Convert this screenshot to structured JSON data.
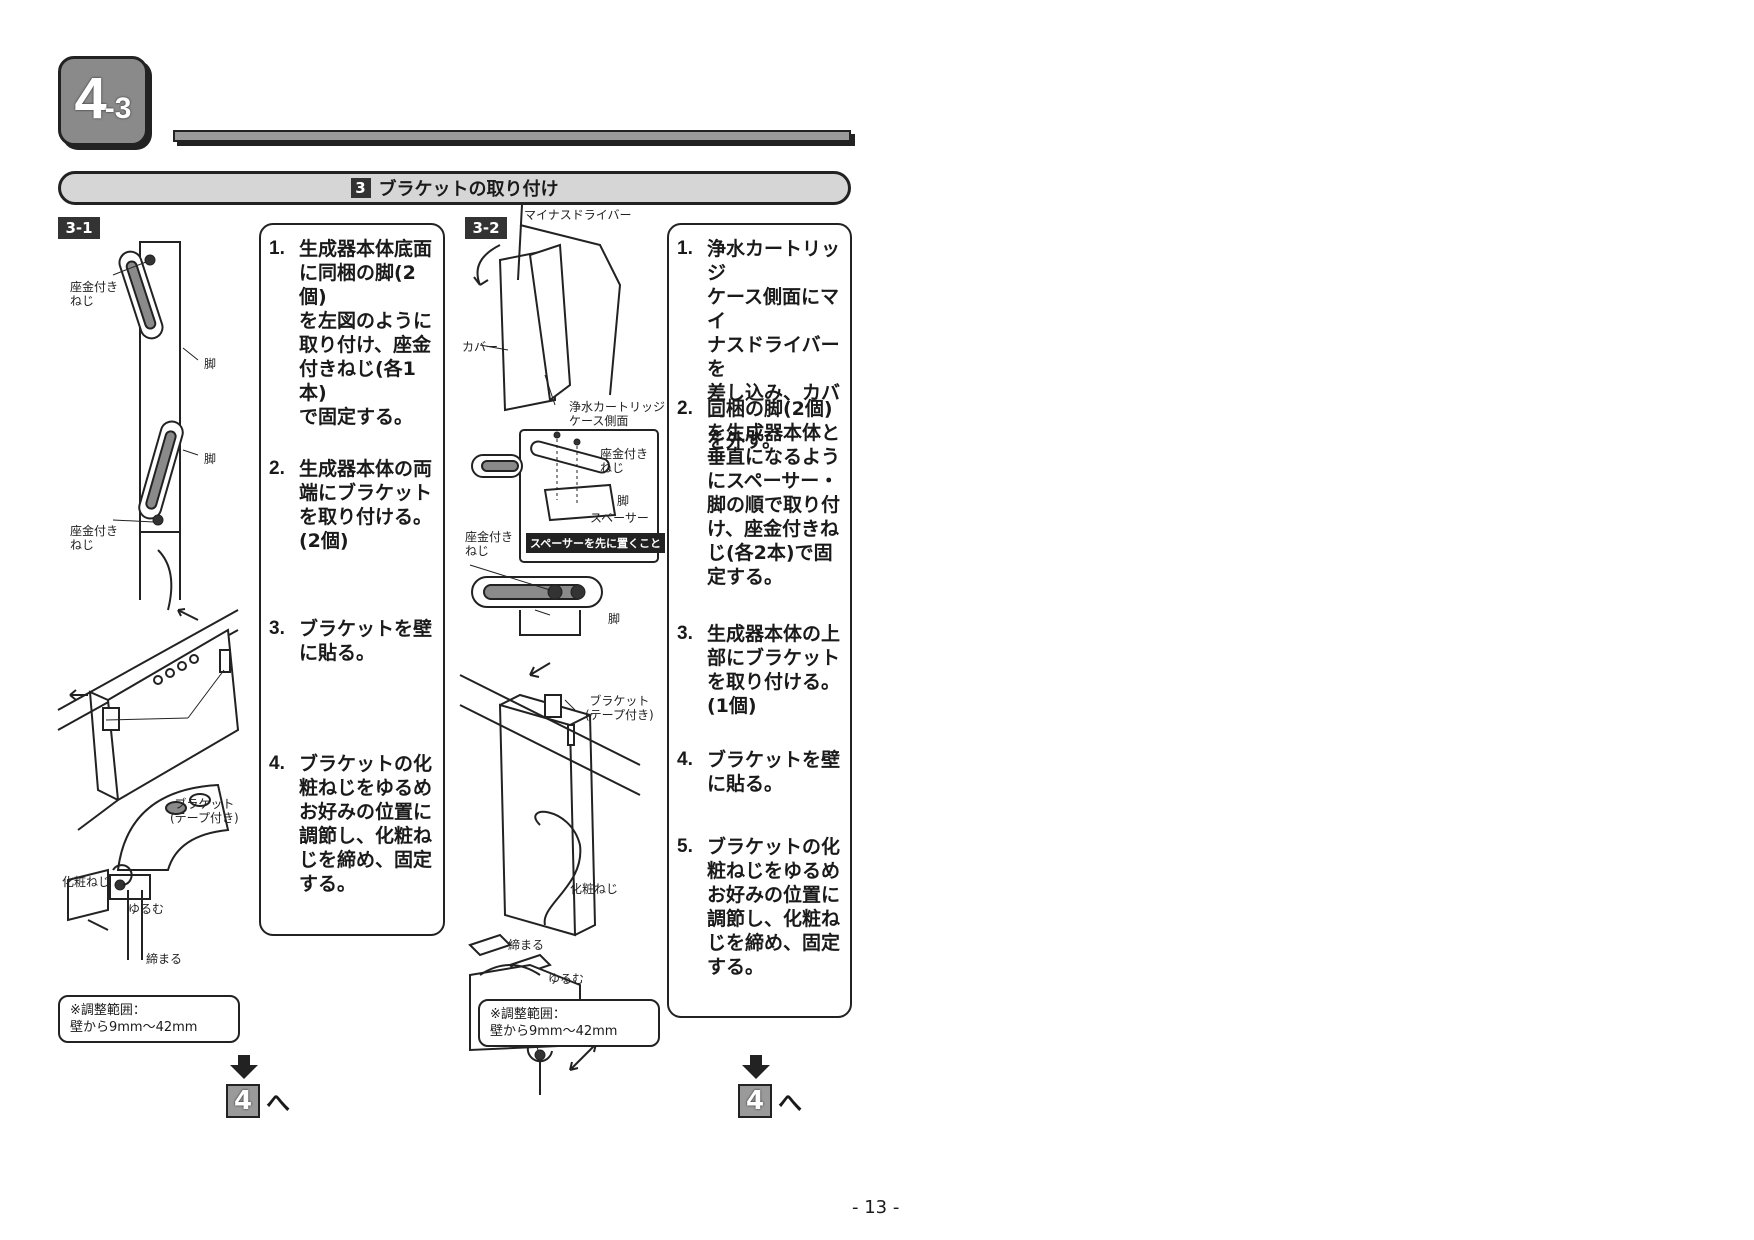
{
  "chapter": {
    "main": "4",
    "sub": "-3"
  },
  "section": {
    "number": "3",
    "title": "ブラケットの取り付け"
  },
  "left": {
    "tag": "3-1",
    "labels": {
      "washer_screw_top": "座金付き\nねじ",
      "leg_top": "脚",
      "leg_bottom": "脚",
      "washer_screw_bottom": "座金付き\nねじ",
      "bracket": "ブラケット\n(テープ付き)",
      "cosmetic_screw": "化粧ねじ",
      "loosen": "ゆるむ",
      "tighten": "締まる"
    },
    "note": "※調整範囲：\n  壁から9mm〜42mm",
    "instructions": [
      {
        "num": "1.",
        "text": "生成器本体底面\nに同梱の脚(2個)\nを左図のように\n取り付け、座金\n付きねじ(各1本)\nで固定する。"
      },
      {
        "num": "2.",
        "text": "生成器本体の両\n端にブラケット\nを取り付ける。\n(2個)"
      },
      {
        "num": "3.",
        "text": "ブラケットを壁\nに貼る。"
      },
      {
        "num": "4.",
        "text": "ブラケットの化\n粧ねじをゆるめ\nお好みの位置に\n調節し、化粧ね\nじを締め、固定\nする。"
      }
    ],
    "next": {
      "box": "4",
      "text": "へ"
    }
  },
  "right": {
    "tag": "3-2",
    "labels": {
      "screwdriver": "マイナスドライバー",
      "cover": "カバー",
      "cartridge_side": "浄水カートリッジ\nケース側面",
      "washer_screw_inset": "座金付き\nねじ",
      "leg_inset": "脚",
      "spacer": "スペーサー",
      "warning": "スペーサーを先に置くこと",
      "washer_screw": "座金付き\nねじ",
      "leg": "脚",
      "bracket": "ブラケット\n(テープ付き)",
      "cosmetic_screw": "化粧ねじ",
      "tighten": "締まる",
      "loosen": "ゆるむ"
    },
    "note": "※調整範囲：\n  壁から9mm〜42mm",
    "instructions": [
      {
        "num": "1.",
        "text": "浄水カートリッジ\nケース側面にマイ\nナスドライバーを\n差し込み、カバー\nを外す。"
      },
      {
        "num": "2.",
        "text": "同梱の脚(2個)\nを生成器本体と\n垂直になるよう\nにスペーサー・\n脚の順で取り付\nけ、座金付きね\nじ(各2本)で固\n定する。"
      },
      {
        "num": "3.",
        "text": "生成器本体の上\n部にブラケット\nを取り付ける。\n(1個)"
      },
      {
        "num": "4.",
        "text": "ブラケットを壁\nに貼る。"
      },
      {
        "num": "5.",
        "text": "ブラケットの化\n粧ねじをゆるめ\nお好みの位置に\n調節し、化粧ね\nじを締め、固定\nする。"
      }
    ],
    "next": {
      "box": "4",
      "text": "へ"
    }
  },
  "page_number": "- 13 -"
}
